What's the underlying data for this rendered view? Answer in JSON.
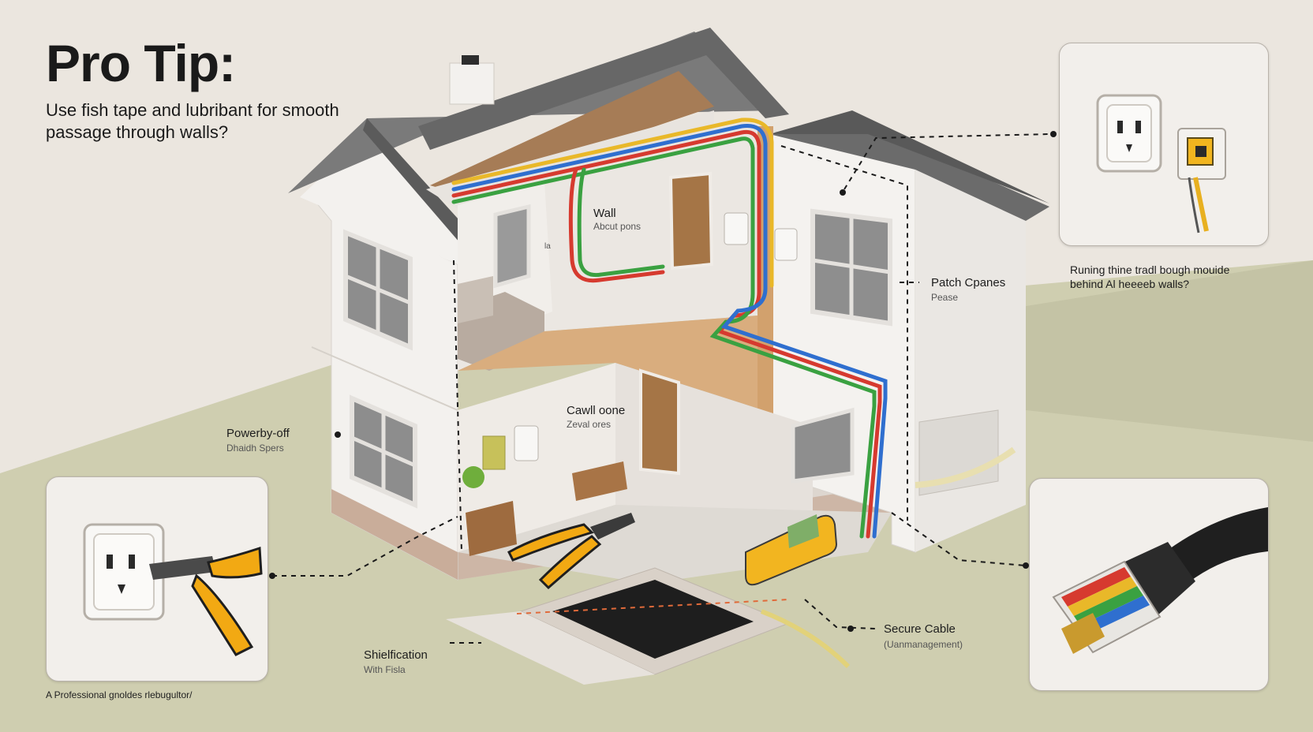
{
  "header": {
    "title": "Pro Tip:",
    "subtitle": "Use fish tape and lubribant for smooth passage through walls?"
  },
  "labels": {
    "wall": {
      "title": "Wall",
      "sub": "Abcut pons"
    },
    "wall_small": "la",
    "crawl": {
      "title": "Cawll oone",
      "sub": "Zeval ores"
    },
    "patch": {
      "title": "Patch Cpanes",
      "sub": "Pease"
    },
    "power": {
      "title": "Powerby-off",
      "sub": "Dhaidh Spers"
    },
    "running": {
      "line1": "Runing thine tradl bough mouide",
      "line2": "behind Al heeeeb walls?"
    },
    "shield": {
      "title": "Shielfication",
      "sub": "With Fisla"
    },
    "secure": {
      "title": "Secure Cable",
      "sub": "(Uanmanagement)"
    }
  },
  "footer": {
    "caption": "A Professional gnoldes rlebugultor/"
  },
  "colors": {
    "background": "#ebe6df",
    "ground": "#cfceb0",
    "wall": "#f3f1ee",
    "roof": "#6d6d6d",
    "wood": "#d2a777",
    "tool_handle": "#f2a913",
    "cable_red": "#d63a2f",
    "cable_green": "#3aa141",
    "cable_blue": "#2f6fcf",
    "cable_yellow": "#e9b829"
  },
  "icons": [
    "power-outlet-icon",
    "ethernet-jack-icon",
    "pliers-icon",
    "cable-tester-icon",
    "rj45-connector-icon",
    "fish-tape-icon"
  ]
}
